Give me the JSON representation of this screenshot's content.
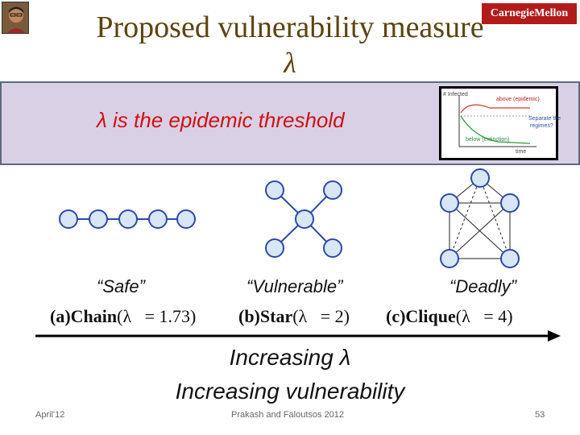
{
  "slide": {
    "title_line1": "Proposed vulnerability measure",
    "title_line2": "λ",
    "logo_text": "CarnegieMellon",
    "callout_text": "λ is the epidemic threshold",
    "inset": {
      "y_label": "# Infected",
      "x_label": "time",
      "above_label": "above (epidemic)",
      "below_label": "below (extinction)",
      "separate_label_1": "Separate the",
      "separate_label_2": "regimes?"
    },
    "graphs": [
      {
        "quote": "“Safe”",
        "formula_prefix": "(a)",
        "formula_name": "Chain",
        "formula_lambda": "(λ",
        "formula_value": "= 1.73)"
      },
      {
        "quote": "“Vulnerable”",
        "formula_prefix": "(b)",
        "formula_name": "Star",
        "formula_lambda": "(λ",
        "formula_value": "= 2)"
      },
      {
        "quote": "“Deadly”",
        "formula_prefix": "(c)",
        "formula_name": "Clique",
        "formula_lambda": "(λ",
        "formula_value": "= 4)"
      }
    ],
    "increasing_line1": "Increasing λ",
    "increasing_line2": "Increasing vulnerability",
    "footer_left": "April'12",
    "footer_center": "Prakash and Faloutsos 2012",
    "footer_right": "53",
    "colors": {
      "title": "#5a4510",
      "callout_bg": "#d9d0e6",
      "callout_text": "#d01010",
      "node_fill": "#d9e6f5",
      "node_stroke": "#2b4aa8",
      "logo_bg": "#b31b1b"
    }
  }
}
